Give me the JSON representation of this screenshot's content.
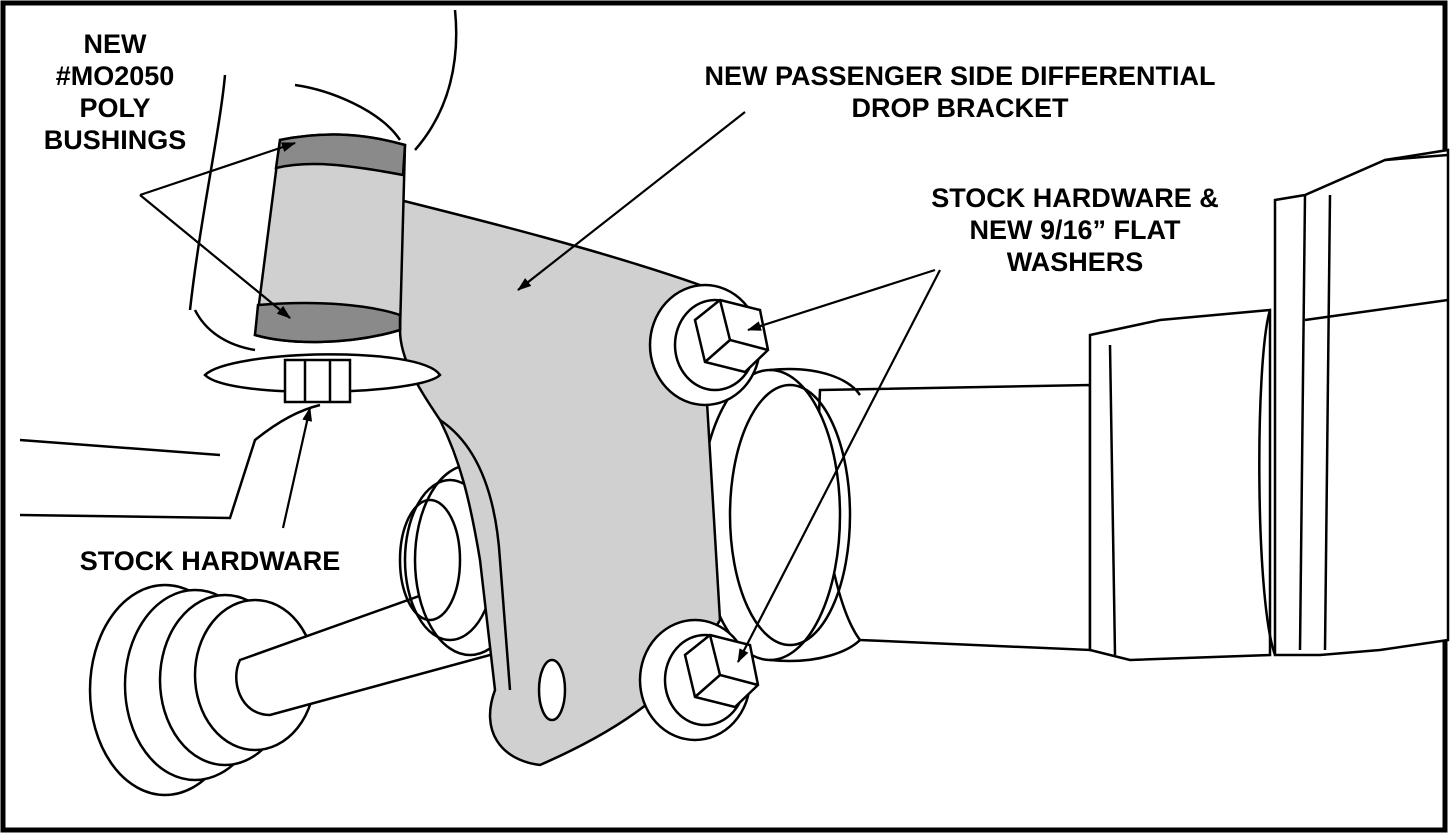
{
  "labels": {
    "bushings": [
      "NEW",
      "#MO2050",
      "POLY",
      "BUSHINGS"
    ],
    "bracket": [
      "NEW PASSENGER SIDE DIFFERENTIAL",
      "DROP BRACKET"
    ],
    "hardware_washers": [
      "STOCK HARDWARE &",
      "NEW 9/16” FLAT",
      "WASHERS"
    ],
    "stock_hardware": [
      "STOCK HARDWARE"
    ]
  },
  "colors": {
    "ink": "#000000",
    "bracket_fill": "#d0d0d0",
    "bushing_band": "#8a8a8a",
    "background": "#ffffff"
  }
}
